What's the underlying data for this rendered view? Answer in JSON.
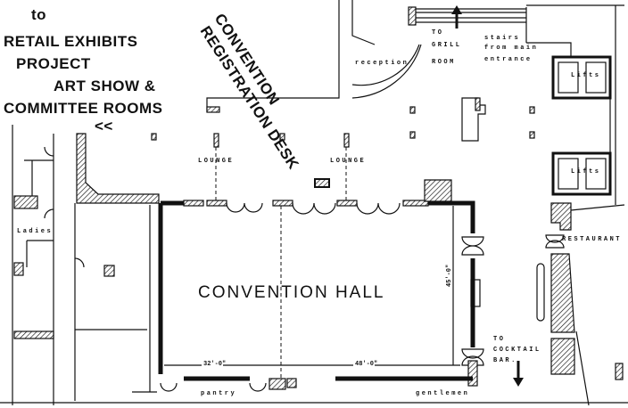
{
  "directions": {
    "to": "to",
    "retail_exhibits": "RETAIL EXHIBITS",
    "project": "PROJECT",
    "art_show": "ART SHOW &",
    "committee_rooms": "COMMITTEE ROOMS",
    "arrow": "<<"
  },
  "registration": {
    "line1": "CONVENTION",
    "line2": "REGISTRATION DESK"
  },
  "hall": {
    "title": "CONVENTION HALL",
    "width_left": "32'-0\"",
    "width_right": "48'-0\"",
    "depth": "45'-0\""
  },
  "rooms": {
    "lounge_left": "LOUNGE",
    "lounge_right": "LOUNGE",
    "ladies": "Ladies",
    "pantry": "pantry",
    "gentlemen": "gentlemen",
    "reception": "reception",
    "lifts_top": "Lifts",
    "lifts_bottom": "Lifts",
    "restaurant": "RESTAURANT"
  },
  "grill": {
    "to": "TO",
    "grill": "GRILL",
    "room": "ROOM"
  },
  "stairs": {
    "line1": "stairs",
    "line2": "from main",
    "line3": "entrance"
  },
  "cocktail": {
    "to": "TO",
    "cocktail": "COCKTAIL",
    "bar": "BAR."
  }
}
